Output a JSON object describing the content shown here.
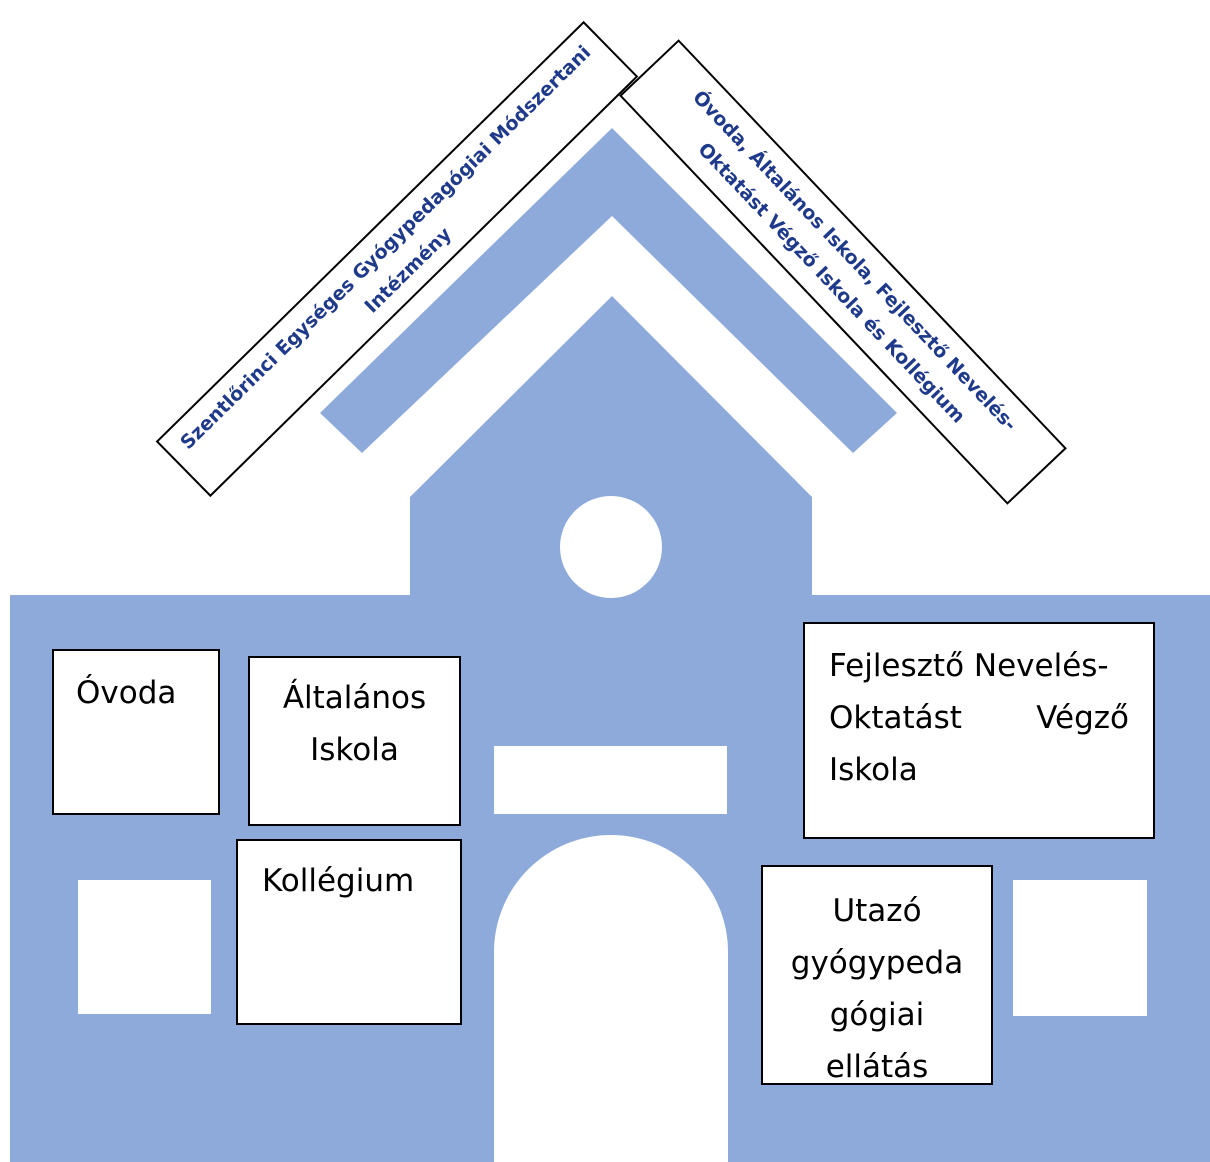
{
  "colors": {
    "building": "#8eaadb",
    "label_text": "#1f3a8a",
    "box_border": "#000000",
    "background": "#ffffff"
  },
  "roof_labels": {
    "left": {
      "line1": "Szentlőrinci Egységes Gyógypedagógiai Módszertani",
      "line2": "Intézmény"
    },
    "right": {
      "line1": "Óvoda, Általános Iskola, Fejlesztő Nevelés-",
      "line2": "Oktatást Végző Iskola és Kollégium"
    }
  },
  "units": {
    "ovoda": "Óvoda",
    "altalanos_iskola": {
      "line1": "Általános",
      "line2": "Iskola"
    },
    "kollegium": "Kollégium",
    "fejleszto": {
      "line1": "Fejlesztő Nevelés-",
      "line2a": "Oktatást",
      "line2b": "Végző",
      "line3": "Iskola"
    },
    "utazo": {
      "line1": "Utazó",
      "line2": "gyógypeda",
      "line3": "gógiai",
      "line4": "ellátás"
    }
  }
}
